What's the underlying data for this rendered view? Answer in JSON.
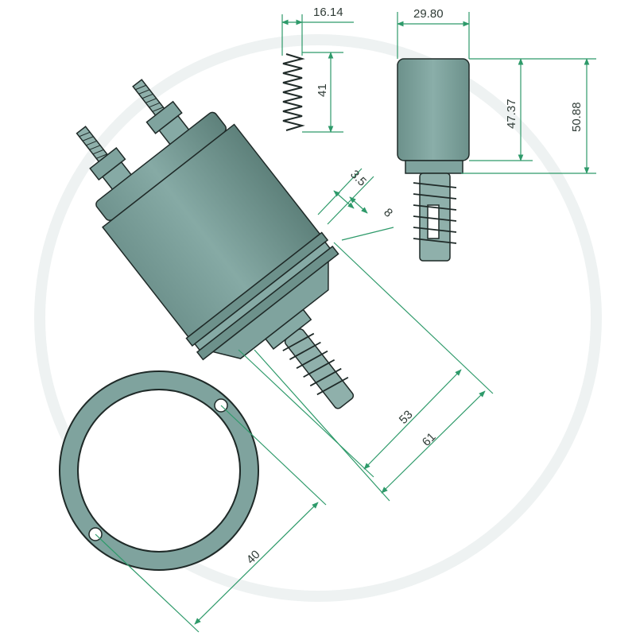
{
  "colors": {
    "body": "#7fa39e",
    "body_dark": "#5f827c",
    "body_light": "#9dbcb7",
    "dim_line": "#2e9a6a",
    "outline": "#1f2a28",
    "watermark": "#e9eeee"
  },
  "dimensions": {
    "spring_width": "16.14",
    "spring_length": "41",
    "end_width": "29.80",
    "body_length_short": "47.37",
    "body_length_long": "50.88",
    "step_a": "3.5",
    "step_b": "8",
    "plunger_53": "53",
    "plunger_61": "61",
    "gasket_hole_spacing": "40"
  }
}
